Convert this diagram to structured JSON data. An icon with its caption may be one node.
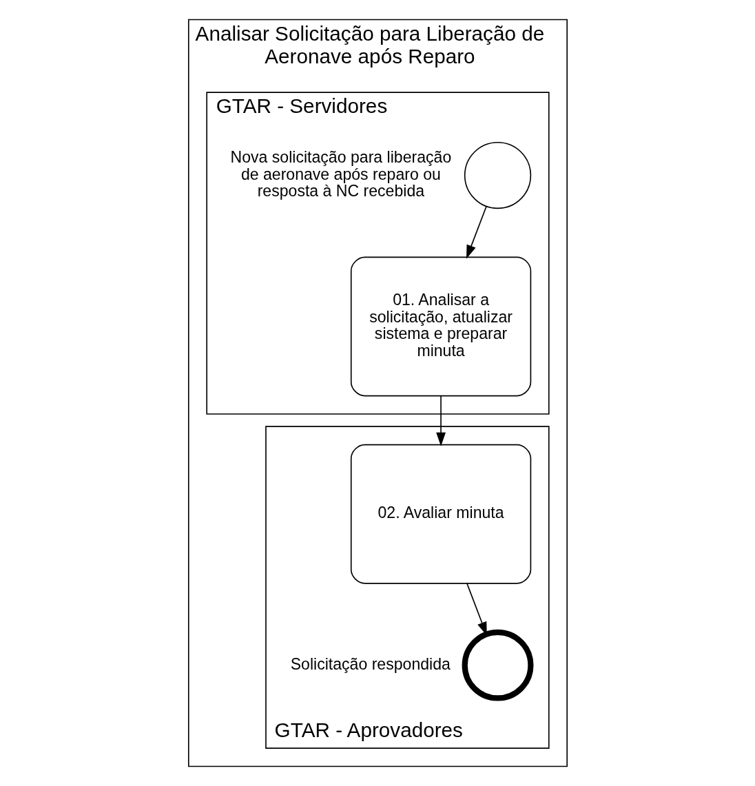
{
  "diagram": {
    "nodes": [
      {
        "text": [
          "Analisar Solicitação para Liberação de Aeronave após Reparo"
        ]
      },
      {
        "text": [
          "GTAR - Servidores"
        ],
        "in": 0
      },
      {
        "text": [
          "GTAR - Aprovadores"
        ],
        "in": 0
      },
      {
        "text": [],
        "shape": "circle",
        "beside": [
          "Nova solicitação para liberação de aeronave após reparo ou resposta à NC recebida"
        ],
        "in": 1
      },
      {
        "text": [
          "01. Analisar a solicitação, atualizar sistema e preparar minuta"
        ],
        "in": 1
      },
      {
        "text": [
          "02. Avaliar minuta"
        ],
        "in": 2
      },
      {
        "text": [],
        "shape": "circle",
        "beside": [
          "Solicitação respondida"
        ],
        "in": 2
      }
    ],
    "edges": [
      {
        "from": 3,
        "to": 4,
        "arrow": "to"
      },
      {
        "from": 4,
        "to": 5,
        "arrow": "to"
      },
      {
        "from": 5,
        "to": 6,
        "arrow": "to"
      }
    ]
  }
}
